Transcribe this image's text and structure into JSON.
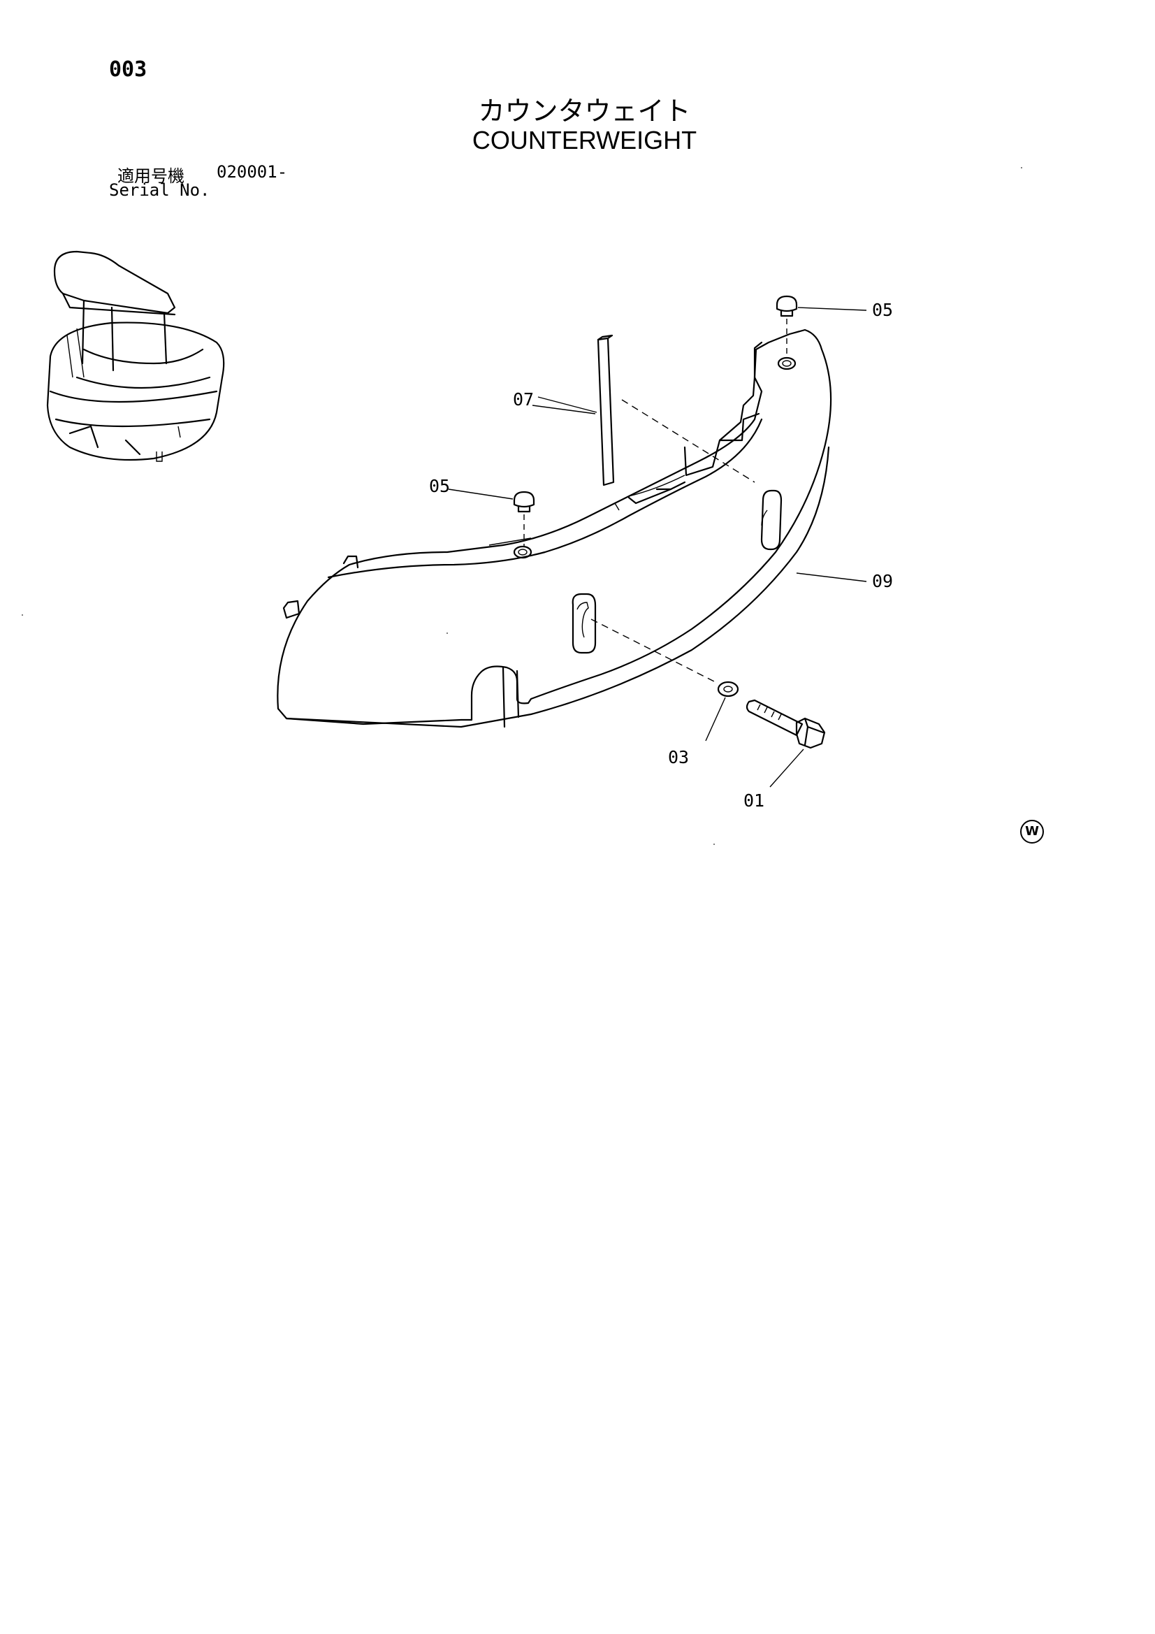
{
  "header": {
    "page_number": "003",
    "title_jp": "カウンタウェイト",
    "title_en": "COUNTERWEIGHT"
  },
  "serial": {
    "label_jp": "適用号機",
    "value": "020001-",
    "label_en": "Serial No."
  },
  "callouts": {
    "c05_top": "05",
    "c07": "07",
    "c05_left": "05",
    "c09": "09",
    "c03": "03",
    "c01": "01"
  },
  "watermark": "W"
}
